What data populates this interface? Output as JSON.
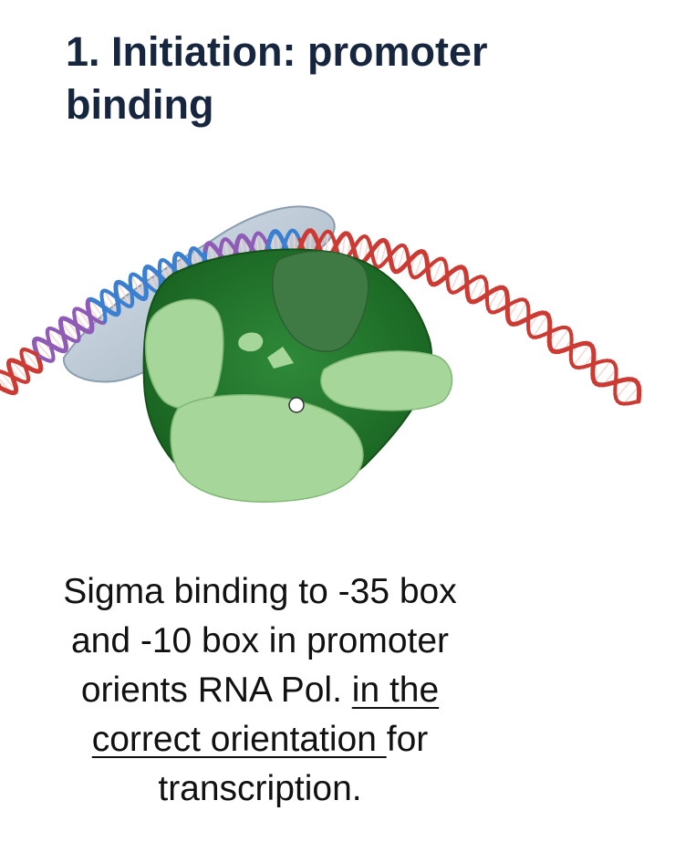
{
  "title": {
    "line1": "1. Initiation: promoter",
    "line2": "binding"
  },
  "caption": {
    "line1": "Sigma binding to -35 box",
    "line2": "and -10 box in promoter",
    "line3_plain": "orients RNA Pol. ",
    "line3_underlined": "in the",
    "line4_underlined": "correct orientation ",
    "line4_plain": "for",
    "line5": "transcription."
  },
  "colors": {
    "title": "#17263f",
    "dna_red": "#cc3b33",
    "dna_blue": "#3a7fd0",
    "dna_purple": "#8e5bb6",
    "sigma_factor": "#b9c7d3",
    "polymerase_dark": "#1f6b2a",
    "polymerase_light": "#a6d69a"
  }
}
